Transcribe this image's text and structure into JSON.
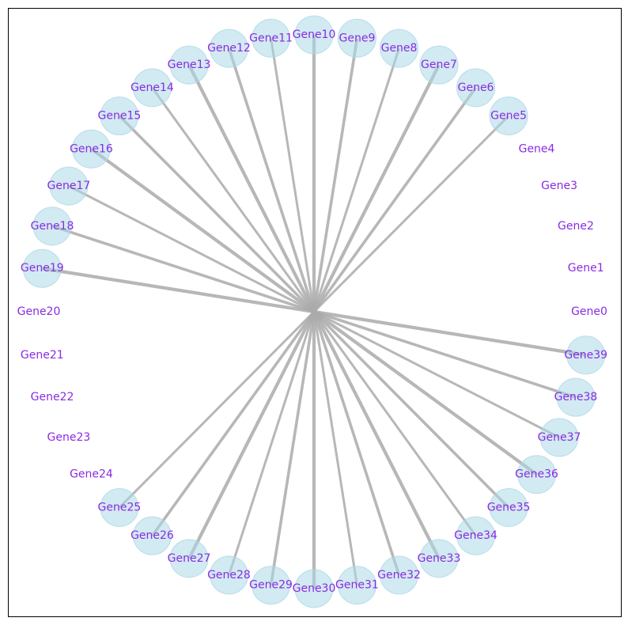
{
  "graph": {
    "center_node": "",
    "colors": {
      "node_fill": "#add8e6",
      "node_stroke": "#add8e6",
      "edge": "#aaaaaa",
      "label": "#8a2be2",
      "frame": "#000000",
      "background": "#ffffff"
    },
    "nodes": [
      {
        "id": "Gene0",
        "label": "Gene0",
        "drawn": false
      },
      {
        "id": "Gene1",
        "label": "Gene1",
        "drawn": false
      },
      {
        "id": "Gene2",
        "label": "Gene2",
        "drawn": false
      },
      {
        "id": "Gene3",
        "label": "Gene3",
        "drawn": false
      },
      {
        "id": "Gene4",
        "label": "Gene4",
        "drawn": false
      },
      {
        "id": "Gene5",
        "label": "Gene5",
        "drawn": true
      },
      {
        "id": "Gene6",
        "label": "Gene6",
        "drawn": true
      },
      {
        "id": "Gene7",
        "label": "Gene7",
        "drawn": true
      },
      {
        "id": "Gene8",
        "label": "Gene8",
        "drawn": true
      },
      {
        "id": "Gene9",
        "label": "Gene9",
        "drawn": true
      },
      {
        "id": "Gene10",
        "label": "Gene10",
        "drawn": true
      },
      {
        "id": "Gene11",
        "label": "Gene11",
        "drawn": true
      },
      {
        "id": "Gene12",
        "label": "Gene12",
        "drawn": true
      },
      {
        "id": "Gene13",
        "label": "Gene13",
        "drawn": true
      },
      {
        "id": "Gene14",
        "label": "Gene14",
        "drawn": true
      },
      {
        "id": "Gene15",
        "label": "Gene15",
        "drawn": true
      },
      {
        "id": "Gene16",
        "label": "Gene16",
        "drawn": true
      },
      {
        "id": "Gene17",
        "label": "Gene17",
        "drawn": true
      },
      {
        "id": "Gene18",
        "label": "Gene18",
        "drawn": true
      },
      {
        "id": "Gene19",
        "label": "Gene19",
        "drawn": true
      },
      {
        "id": "Gene20",
        "label": "Gene20",
        "drawn": false
      },
      {
        "id": "Gene21",
        "label": "Gene21",
        "drawn": false
      },
      {
        "id": "Gene22",
        "label": "Gene22",
        "drawn": false
      },
      {
        "id": "Gene23",
        "label": "Gene23",
        "drawn": false
      },
      {
        "id": "Gene24",
        "label": "Gene24",
        "drawn": false
      },
      {
        "id": "Gene25",
        "label": "Gene25",
        "drawn": true
      },
      {
        "id": "Gene26",
        "label": "Gene26",
        "drawn": true
      },
      {
        "id": "Gene27",
        "label": "Gene27",
        "drawn": true
      },
      {
        "id": "Gene28",
        "label": "Gene28",
        "drawn": true
      },
      {
        "id": "Gene29",
        "label": "Gene29",
        "drawn": true
      },
      {
        "id": "Gene30",
        "label": "Gene30",
        "drawn": true
      },
      {
        "id": "Gene31",
        "label": "Gene31",
        "drawn": true
      },
      {
        "id": "Gene32",
        "label": "Gene32",
        "drawn": true
      },
      {
        "id": "Gene33",
        "label": "Gene33",
        "drawn": true
      },
      {
        "id": "Gene34",
        "label": "Gene34",
        "drawn": true
      },
      {
        "id": "Gene35",
        "label": "Gene35",
        "drawn": true
      },
      {
        "id": "Gene36",
        "label": "Gene36",
        "drawn": true
      },
      {
        "id": "Gene37",
        "label": "Gene37",
        "drawn": true
      },
      {
        "id": "Gene38",
        "label": "Gene38",
        "drawn": true
      },
      {
        "id": "Gene39",
        "label": "Gene39",
        "drawn": true
      }
    ],
    "edges": [
      {
        "to": "Gene5"
      },
      {
        "to": "Gene6"
      },
      {
        "to": "Gene7"
      },
      {
        "to": "Gene8"
      },
      {
        "to": "Gene9"
      },
      {
        "to": "Gene10"
      },
      {
        "to": "Gene11"
      },
      {
        "to": "Gene12"
      },
      {
        "to": "Gene13"
      },
      {
        "to": "Gene14"
      },
      {
        "to": "Gene15"
      },
      {
        "to": "Gene16"
      },
      {
        "to": "Gene17"
      },
      {
        "to": "Gene18"
      },
      {
        "to": "Gene19"
      },
      {
        "to": "Gene25"
      },
      {
        "to": "Gene26"
      },
      {
        "to": "Gene27"
      },
      {
        "to": "Gene28"
      },
      {
        "to": "Gene29"
      },
      {
        "to": "Gene30"
      },
      {
        "to": "Gene31"
      },
      {
        "to": "Gene32"
      },
      {
        "to": "Gene33"
      },
      {
        "to": "Gene34"
      },
      {
        "to": "Gene35"
      },
      {
        "to": "Gene36"
      },
      {
        "to": "Gene37"
      },
      {
        "to": "Gene38"
      },
      {
        "to": "Gene39"
      }
    ]
  }
}
